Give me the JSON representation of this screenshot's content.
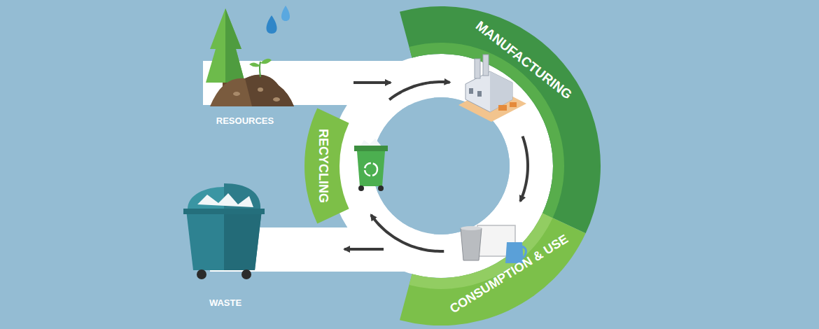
{
  "diagram": {
    "nodes": [
      {
        "text": [
          "RESOURCES"
        ]
      },
      {
        "text": [
          "MANUFACTURING"
        ]
      },
      {
        "text": [
          "CONSUMPTION & USE"
        ]
      },
      {
        "text": [
          "RECYCLING"
        ]
      },
      {
        "text": [
          "WASTE"
        ]
      }
    ],
    "edges": [
      {
        "from": 0,
        "to": 1,
        "arrow": "to"
      },
      {
        "from": 1,
        "to": 2,
        "arrow": "to"
      },
      {
        "from": 2,
        "to": 3,
        "arrow": "to"
      },
      {
        "from": 3,
        "to": 1,
        "arrow": "to"
      },
      {
        "from": 2,
        "to": 4,
        "arrow": "to"
      }
    ]
  }
}
